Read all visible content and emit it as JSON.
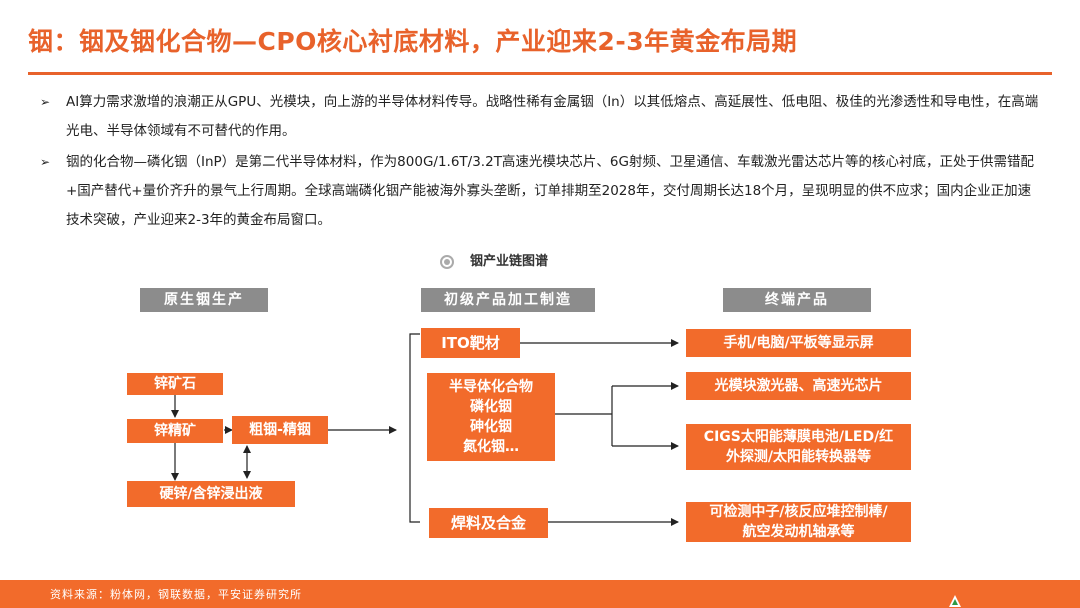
{
  "title": "铟：铟及铟化合物—CPO核心衬底材料，产业迎来2-3年黄金布局期",
  "bullets": [
    "AI算力需求激增的浪潮正从GPU、光模块，向上游的半导体材料传导。战略性稀有金属铟（In）以其低熔点、高延展性、低电阻、极佳的光渗透性和导电性，在高端光电、半导体领域有不可替代的作用。",
    "铟的化合物—磷化铟（InP）是第二代半导体材料，作为800G/1.6T/3.2T高速光模块芯片、6G射频、卫星通信、车载激光雷达芯片等的核心衬底，正处于供需错配+国产替代+量价齐升的景气上行周期。全球高端磷化铟产能被海外寡头垄断，订单排期至2028年，交付周期长达18个月，呈现明显的供不应求；国内企业正加速技术突破，产业迎来2-3年的黄金布局窗口。"
  ],
  "diagram": {
    "caption": "铟产业链图谱",
    "headers": [
      "原生铟生产",
      "初级产品加工制造",
      "终端产品"
    ],
    "raw": {
      "zinc_ore": "锌矿石",
      "zinc_concentrate": "锌精矿",
      "crude_refined": "粗铟-精铟",
      "hard_zinc": "硬锌/含锌浸出液"
    },
    "primary": {
      "ito": "ITO靶材",
      "compounds": [
        "半导体化合物",
        "磷化铟",
        "砷化铟",
        "氮化铟…"
      ],
      "solder": "焊料及合金"
    },
    "terminal": {
      "displays": "手机/电脑/平板等显示屏",
      "optical": "光模块激光器、高速光芯片",
      "cigs": [
        "CIGS太阳能薄膜电池/LED/红",
        "外探测/太阳能转换器等"
      ],
      "nuclear": [
        "可检测中子/核反应堆控制棒/",
        "航空发动机轴承等"
      ]
    }
  },
  "footer": {
    "source": "资料来源：粉体网，钢联数据，平安证券研究所"
  },
  "colors": {
    "accent": "#F26B2B",
    "title": "#E8622B",
    "header_gray": "#8C8C8C"
  }
}
